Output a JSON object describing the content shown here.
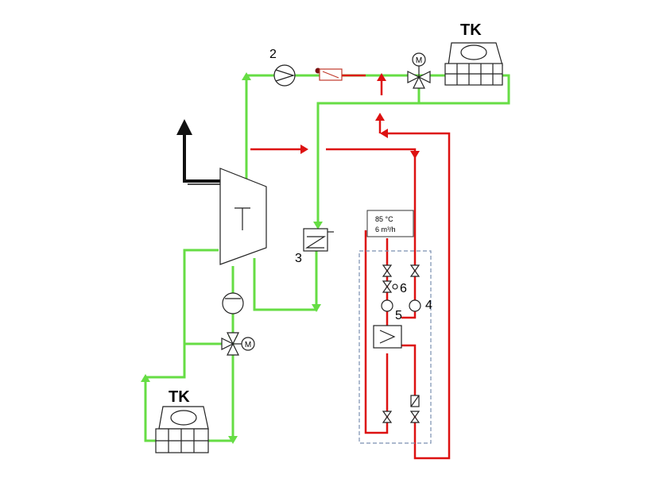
{
  "labels": {
    "tk_top": "TK",
    "tk_bottom": "TK",
    "pump_main": "2",
    "heat_exchanger": "3",
    "pump_right": "4",
    "pump_left": "5",
    "valve_group": "6",
    "motor_top": "M",
    "motor_bottom": "M",
    "info_temperature": "85 °C",
    "info_flow": "6 m³/h"
  },
  "colors": {
    "cooling_loop": "#66dd44",
    "hot_water": "#dd1111",
    "equipment_stroke": "#222222",
    "dashed_frame": "#7a8fb0"
  }
}
